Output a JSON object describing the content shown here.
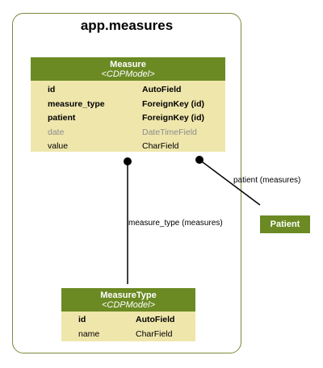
{
  "app": {
    "title": "app.measures"
  },
  "models": {
    "measure": {
      "name": "Measure",
      "base": "<CDPModel>",
      "fields": [
        {
          "name": "id",
          "type": "AutoField",
          "style": "bold"
        },
        {
          "name": "measure_type",
          "type": "ForeignKey (id)",
          "style": "bold"
        },
        {
          "name": "patient",
          "type": "ForeignKey (id)",
          "style": "bold"
        },
        {
          "name": "date",
          "type": "DateTimeField",
          "style": "muted"
        },
        {
          "name": "value",
          "type": "CharField",
          "style": "normal"
        }
      ]
    },
    "measure_type": {
      "name": "MeasureType",
      "base": "<CDPModel>",
      "fields": [
        {
          "name": "id",
          "type": "AutoField",
          "style": "bold"
        },
        {
          "name": "name",
          "type": "CharField",
          "style": "normal"
        }
      ]
    }
  },
  "external_node": {
    "label": "Patient"
  },
  "relations": {
    "measure_type": "measure_type (measures)",
    "patient": "patient (measures)"
  },
  "colors": {
    "header": "#6b8a23",
    "body": "#efe6ac",
    "frame": "#7a8a3a",
    "muted": "#8c8c8c"
  }
}
